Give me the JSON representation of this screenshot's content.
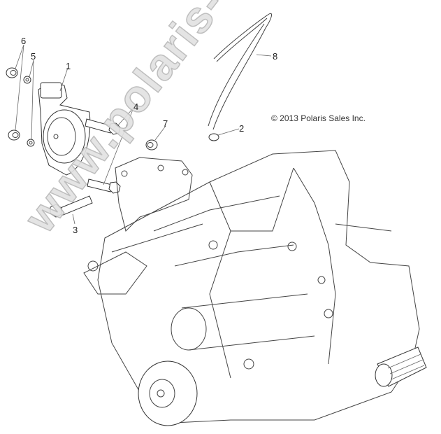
{
  "diagram": {
    "type": "exploded-parts-diagram",
    "subject": "transmission / gearcase assembly with gear position sensor",
    "copyright": "© 2013 Polaris Sales Inc.",
    "watermark": "www.polaris-ersatzteile.de",
    "callouts": [
      {
        "id": "1",
        "label": "1",
        "part": "gear position sensor"
      },
      {
        "id": "2",
        "label": "2",
        "part": "hose clamp"
      },
      {
        "id": "3",
        "label": "3",
        "part": "flange bolt"
      },
      {
        "id": "4",
        "label": "4",
        "part": "bolt"
      },
      {
        "id": "5",
        "label": "5",
        "part": "washer"
      },
      {
        "id": "6",
        "label": "6",
        "part": "nut"
      },
      {
        "id": "7",
        "label": "7",
        "part": "nut"
      },
      {
        "id": "8",
        "label": "8",
        "part": "vent hose"
      }
    ]
  },
  "colors": {
    "background": "#ffffff",
    "linework": "#444444",
    "watermark_fill": "#e2e2e2",
    "watermark_stroke": "#b8b8b8"
  }
}
